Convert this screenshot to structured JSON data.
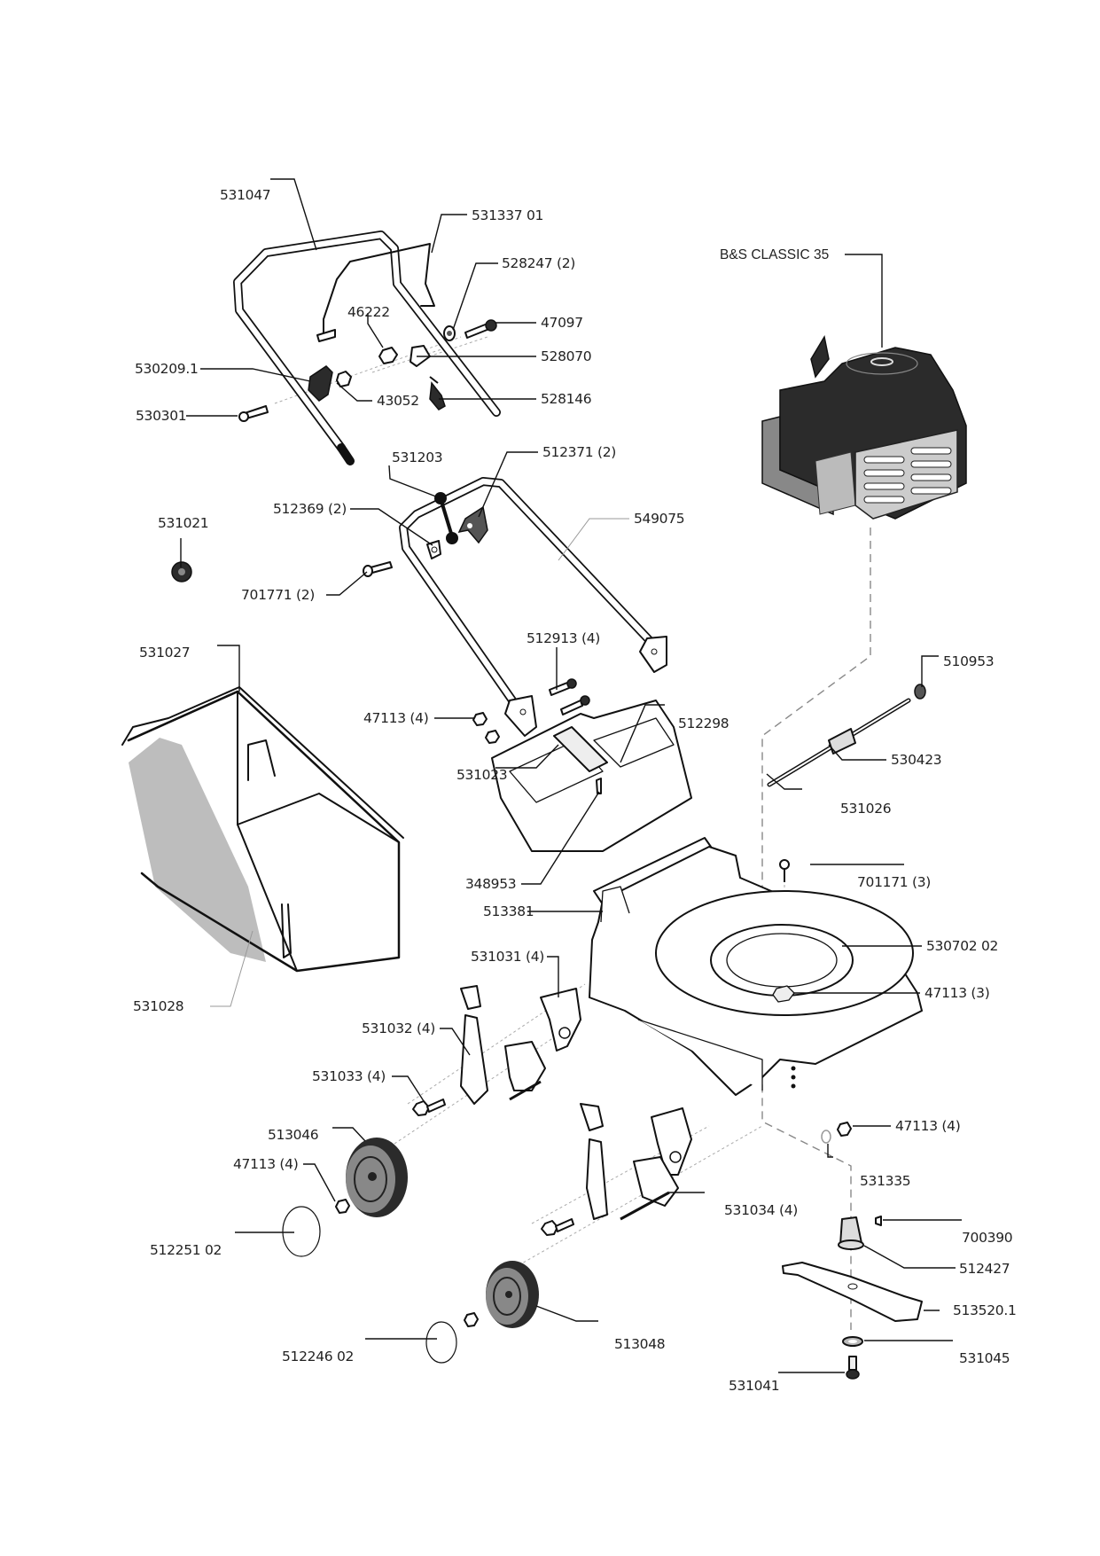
{
  "document": {
    "type": "exploded parts diagram",
    "subject": "lawn mower"
  },
  "engine": {
    "label": "B&S CLASSIC 35"
  },
  "parts": {
    "p531047": "531047",
    "p531337_01": "531337 01",
    "p528247": "528247 (2)",
    "p47097": "47097",
    "p46222": "46222",
    "p528070": "528070",
    "p530209_1": "530209.1",
    "p43052": "43052",
    "p528146": "528146",
    "p530301": "530301",
    "p531203": "531203",
    "p512371": "512371 (2)",
    "p512369": "512369 (2)",
    "p549075": "549075",
    "p531021": "531021",
    "p701771": "701771 (2)",
    "p531027": "531027",
    "p512913": "512913 (4)",
    "p47113_handle": "47113 (4)",
    "p510953": "510953",
    "p512298": "512298",
    "p530423": "530423",
    "p531023": "531023",
    "p531026": "531026",
    "p348953": "348953",
    "p701171": "701171 (3)",
    "p513381": "513381",
    "p531031": "531031 (4)",
    "p530702_02": "530702 02",
    "p47113_deck": "47113 (3)",
    "p531028": "531028",
    "p531032": "531032 (4)",
    "p531033": "531033 (4)",
    "p47113_right": "47113 (4)",
    "p513046": "513046",
    "p531335": "531335",
    "p47113_wheel": "47113 (4)",
    "p531034": "531034 (4)",
    "p700390": "700390",
    "p512251_02": "512251 02",
    "p512427": "512427",
    "p513520_1": "513520.1",
    "p512246_02": "512246 02",
    "p513048": "513048",
    "p531045": "531045",
    "p531041": "531041"
  }
}
